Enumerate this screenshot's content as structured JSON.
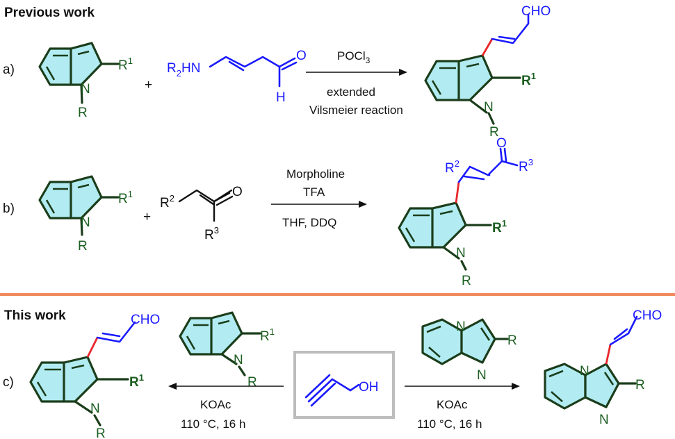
{
  "headings": {
    "previous": "Previous work",
    "this": "This work"
  },
  "rows": {
    "a": {
      "label": "a)",
      "plus": "+",
      "reagent_top": "POCl",
      "reagent_top_sub": "3",
      "cond_1": "extended",
      "cond_2": "Vilsmeier reaction"
    },
    "b": {
      "label": "b)",
      "plus": "+",
      "cond_1": "Morpholine",
      "cond_2": "TFA",
      "cond_3": "THF,  DDQ"
    },
    "c": {
      "label": "c)",
      "left_cond_1": "KOAc",
      "left_cond_2": "110 °C, 16 h",
      "right_cond_1": "KOAc",
      "right_cond_2": "110 °C, 16 h"
    }
  },
  "atoms": {
    "N": "N",
    "R": "R",
    "R1": "R",
    "sup1": "1",
    "R2": "R",
    "sup2": "2",
    "R3": "R",
    "sup3": "3",
    "R2N": "R",
    "R2N_sub": "2",
    "R2N_HN": "HN",
    "O": "O",
    "H": "H",
    "CHO": "CHO",
    "OH": "OH"
  },
  "colors": {
    "ring_fill": "#b2ecf2",
    "bond": "#1b3d1b",
    "substituent": "#1b5e20",
    "reagent_blue": "#1a1aff",
    "new_bond_red": "#e8262a",
    "divider": "#f08a5d",
    "box": "#bdbdbd"
  }
}
